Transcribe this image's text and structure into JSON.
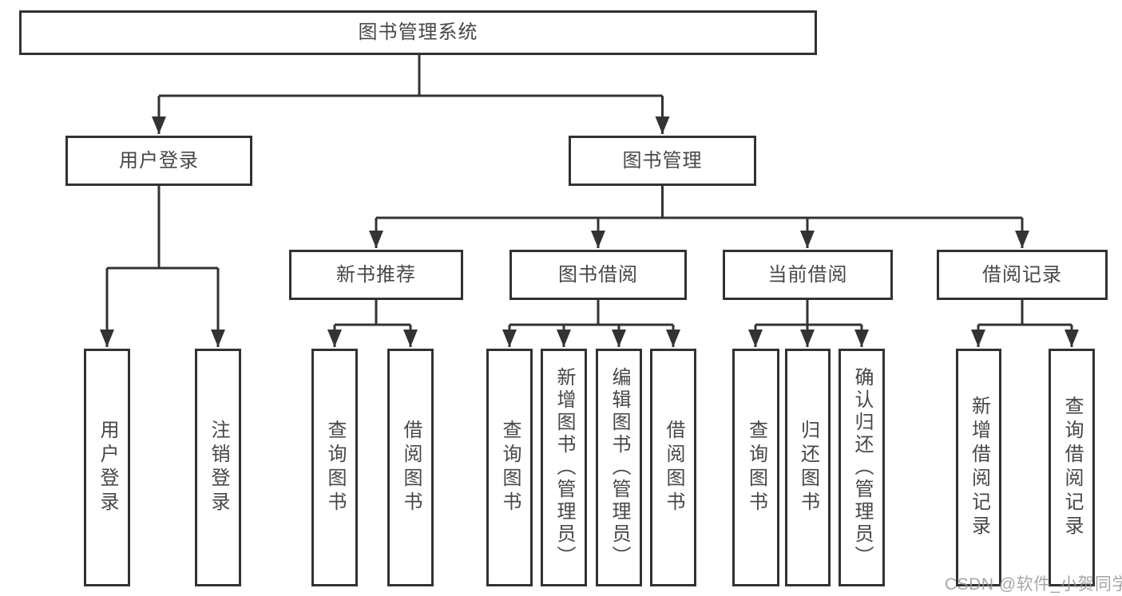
{
  "diagram": {
    "type": "tree-structure-chart",
    "colors": {
      "background": "#ffffff",
      "box_border": "#323232",
      "line": "#333333",
      "text": "#474747",
      "watermark": "#969696"
    },
    "nodes": {
      "root": {
        "label": "图书管理系统"
      },
      "user_login": {
        "label": "用户登录"
      },
      "book_mgmt": {
        "label": "图书管理"
      },
      "new_book_rec": {
        "label": "新书推荐"
      },
      "book_borrow": {
        "label": "图书借阅"
      },
      "current_borrow": {
        "label": "当前借阅"
      },
      "borrow_records": {
        "label": "借阅记录"
      },
      "leaf_user_login": {
        "label": "用户登录"
      },
      "leaf_logout": {
        "label": "注销登录"
      },
      "leaf_query_book_a": {
        "label": "查询图书"
      },
      "leaf_borrow_book_a": {
        "label": "借阅图书"
      },
      "leaf_query_book_b": {
        "label": "查询图书"
      },
      "leaf_add_book": {
        "label": "新增图书（管理员）"
      },
      "leaf_edit_book": {
        "label": "编辑图书（管理员）"
      },
      "leaf_borrow_book_b": {
        "label": "借阅图书"
      },
      "leaf_query_book_c": {
        "label": "查询图书"
      },
      "leaf_return_book": {
        "label": "归还图书"
      },
      "leaf_confirm_return": {
        "label": "确认归还（管理员）"
      },
      "leaf_add_record": {
        "label": "新增借阅记录"
      },
      "leaf_query_record": {
        "label": "查询借阅记录"
      }
    },
    "hierarchy": {
      "root": [
        "user_login",
        "book_mgmt"
      ],
      "user_login": [
        "leaf_user_login",
        "leaf_logout"
      ],
      "book_mgmt": [
        "new_book_rec",
        "book_borrow",
        "current_borrow",
        "borrow_records"
      ],
      "new_book_rec": [
        "leaf_query_book_a",
        "leaf_borrow_book_a"
      ],
      "book_borrow": [
        "leaf_query_book_b",
        "leaf_add_book",
        "leaf_edit_book",
        "leaf_borrow_book_b"
      ],
      "current_borrow": [
        "leaf_query_book_c",
        "leaf_return_book",
        "leaf_confirm_return"
      ],
      "borrow_records": [
        "leaf_add_record",
        "leaf_query_record"
      ]
    },
    "watermark": "CSDN @软件_小贺同学"
  }
}
